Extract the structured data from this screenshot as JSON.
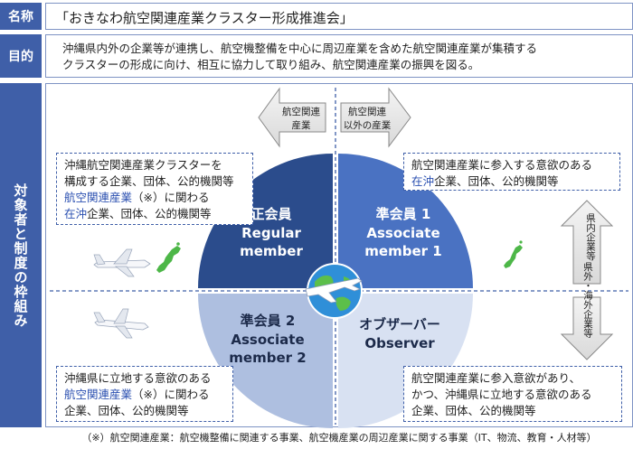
{
  "name": {
    "label": "名称",
    "value": "「おきなわ航空関連産業クラスター形成推進会」"
  },
  "purpose": {
    "label": "目的",
    "lines": [
      "沖縄県内外の企業等が連携し、航空機整備を中心に周辺産業を含めた航空関連産業が集積する",
      "クラスターの形成に向け、相互に協力して取り組み、航空関連産業の振興を図る。"
    ]
  },
  "target": {
    "label": "対象者と制度の枠組み"
  },
  "arrows": {
    "left": [
      "航空関連",
      "産業"
    ],
    "right": [
      "航空関連",
      "以外の産業"
    ],
    "up": "県内企業等",
    "down": "県外・海外企業等"
  },
  "quadrants": {
    "regular": {
      "ja": "正会員",
      "en1": "Regular",
      "en2": "member",
      "color": "#2b4c8c"
    },
    "associate1": {
      "ja": "準会員 1",
      "en1": "Associate",
      "en2": "member 1",
      "color": "#4a72c2"
    },
    "associate2": {
      "ja": "準会員 2",
      "en1": "Associate",
      "en2": "member 2",
      "color": "#aebfe0"
    },
    "observer": {
      "ja": "オブザーバー",
      "en1": "Observer",
      "en2": "",
      "color": "#d8e1f2"
    }
  },
  "notes": {
    "top_left": {
      "line1": "沖縄航空関連産業クラスターを",
      "line2": "構成する企業、団体、公的機関等",
      "line3_blue": "航空関連産業",
      "line3_rest": "（※）に関わる",
      "line4_blue": "在沖",
      "line4_rest": "企業、団体、公的機関等"
    },
    "top_right": {
      "line1": "航空関連産業に参入する意欲のある",
      "line2_blue": "在沖",
      "line2_rest": "企業、団体、公的機関等"
    },
    "bottom_left": {
      "line1": "沖縄県に立地する意欲のある",
      "line2_blue": "航空関連産業",
      "line2_rest": "（※）に関わる",
      "line3": "企業、団体、公的機関等"
    },
    "bottom_right": {
      "line1": "航空関連産業に参入意欲があり、",
      "line2": "かつ、沖縄県に立地する意欲のある",
      "line3": "企業、団体、公的機関等"
    }
  },
  "footnote": "（※）航空関連産業：航空機整備に関連する事業、航空機産業の周辺産業に関する事業（IT、物流、教育・人材等）"
}
